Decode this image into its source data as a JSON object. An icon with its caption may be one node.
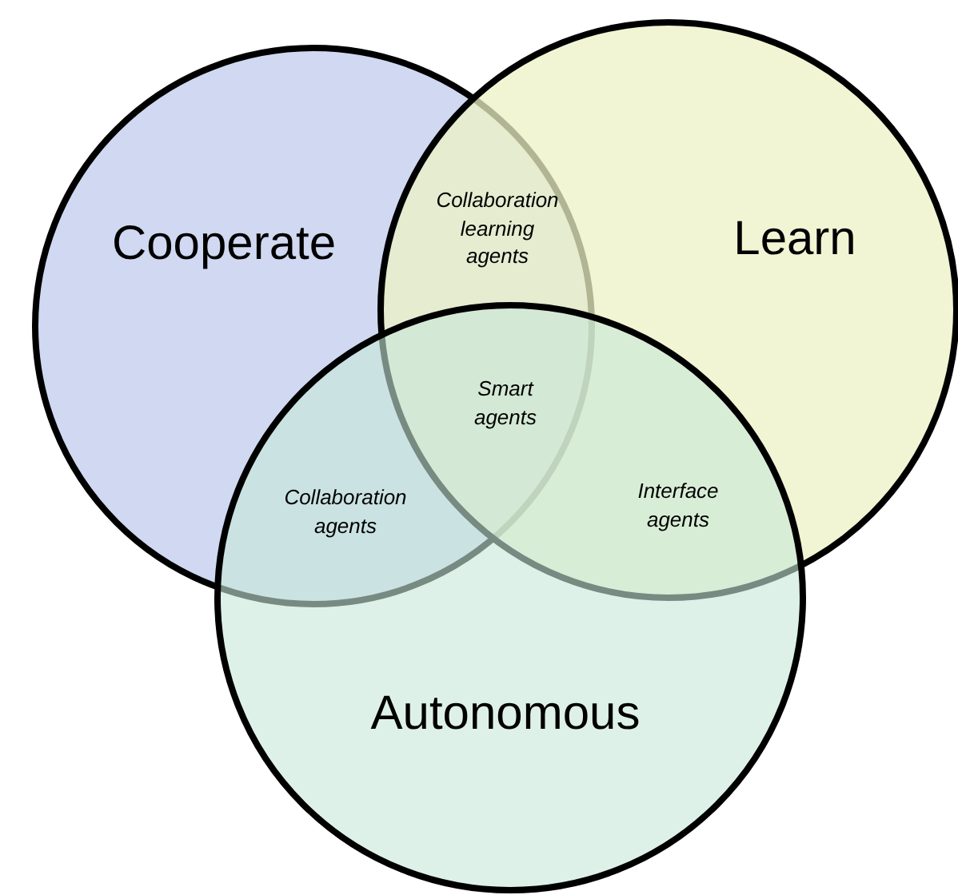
{
  "diagram": {
    "nodes": [
      {
        "text": [
          "Cooperate"
        ]
      },
      {
        "text": [
          "Learn"
        ]
      },
      {
        "text": [
          "Autonomous"
        ]
      }
    ],
    "labels": [
      "Collaboration learning agents",
      "Smart agents",
      "Collaboration agents",
      "Interface agents"
    ]
  }
}
